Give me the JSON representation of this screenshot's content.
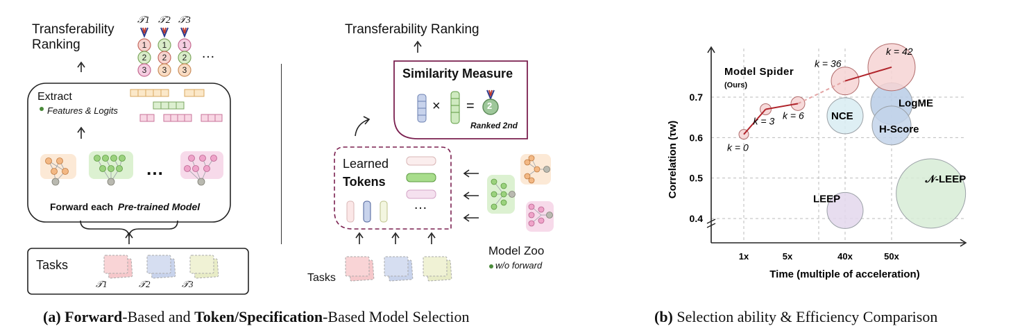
{
  "panel_a": {
    "forward": {
      "ranking_title_line1": "Transferability",
      "ranking_title_line2": "Ranking",
      "task_labels": [
        "𝒯1",
        "𝒯2",
        "𝒯3"
      ],
      "extract_label": "Extract",
      "features_label": "Features & Logits",
      "forward_label": "Forward each",
      "pretrained_label": "Pre-trained Model",
      "tasks_label": "Tasks",
      "ellipsis": "…"
    },
    "token": {
      "ranking_title": "Transferability Ranking",
      "similarity_label": "Similarity Measure",
      "times": "×",
      "equals": "=",
      "medal_number": "2",
      "ranked_label": "Ranked 2nd",
      "learned_label": "Learned",
      "tokens_label": "Tokens",
      "ellipsis": "…",
      "zoo_label": "Model Zoo",
      "wo_forward_label": "w/o forward",
      "tasks_label": "Tasks"
    },
    "caption": {
      "prefix": "(a) ",
      "bold1": "Forward",
      "mid1": "-Based and ",
      "bold2": "Token/Specification",
      "mid2": "-Based Model Selection"
    }
  },
  "panel_b": {
    "caption": {
      "prefix": "(b) ",
      "rest": "Selection ability & Efficiency Comparison"
    }
  },
  "chart_data": {
    "type": "scatter",
    "xlabel": "Time (multiple of acceleration)",
    "ylabel": "Correlation (τw)",
    "x_ticks": [
      "1x",
      "5x",
      "40x",
      "50x"
    ],
    "y_ticks": [
      0.4,
      0.5,
      0.6,
      0.7
    ],
    "ylim": [
      0.34,
      0.82
    ],
    "grid": true,
    "model_spider_label": "Model Spider",
    "model_spider_sub": "(Ours)",
    "model_spider_points": [
      {
        "label": "k = 0",
        "x": 1,
        "y": 0.608
      },
      {
        "label": "k = 3",
        "x": 3,
        "y": 0.67
      },
      {
        "label": "k = 6",
        "x": 6,
        "y": 0.684
      },
      {
        "label": "k = 36",
        "x": 40,
        "y": 0.74
      },
      {
        "label": "k = 42",
        "x": 50,
        "y": 0.774
      }
    ],
    "baselines": [
      {
        "name": "NCE",
        "x": 40,
        "y": 0.654,
        "color": "#d8ecf2"
      },
      {
        "name": "LogME",
        "x": 50,
        "y": 0.684,
        "color": "#b9cce6"
      },
      {
        "name": "H-Score",
        "x": 50,
        "y": 0.63,
        "color": "#c3d4ea"
      },
      {
        "name": "𝒩-LEEP",
        "x": 70,
        "y": 0.462,
        "color": "#d7ecd6"
      },
      {
        "name": "LEEP",
        "x": 40,
        "y": 0.42,
        "color": "#e3d7ec"
      }
    ]
  }
}
